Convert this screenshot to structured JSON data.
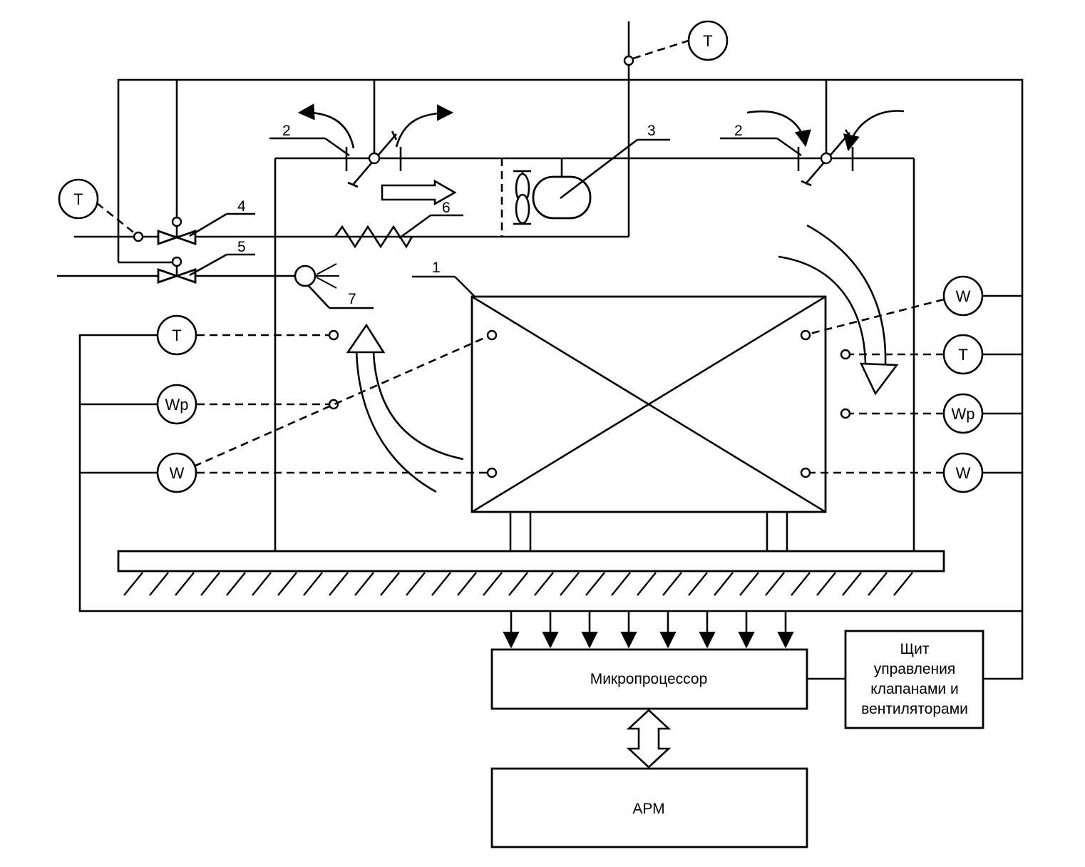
{
  "sensors": {
    "t_top": "T",
    "t_left_valve": "T",
    "left_t": "T",
    "left_wp": "Wp",
    "left_w": "W",
    "right_w_top": "W",
    "right_t": "T",
    "right_wp": "Wp",
    "right_w_bottom": "W"
  },
  "callouts": {
    "chamber": "1",
    "damper_left": "2",
    "damper_right": "2",
    "fan": "3",
    "valve_steam": "4",
    "valve_water": "5",
    "heater": "6",
    "nozzle": "7"
  },
  "blocks": {
    "microprocessor": "Микропроцессор",
    "control_panel_lines": [
      "Щит",
      "управления",
      "клапанами и",
      "вентиляторами"
    ],
    "workstation": "АРМ"
  }
}
